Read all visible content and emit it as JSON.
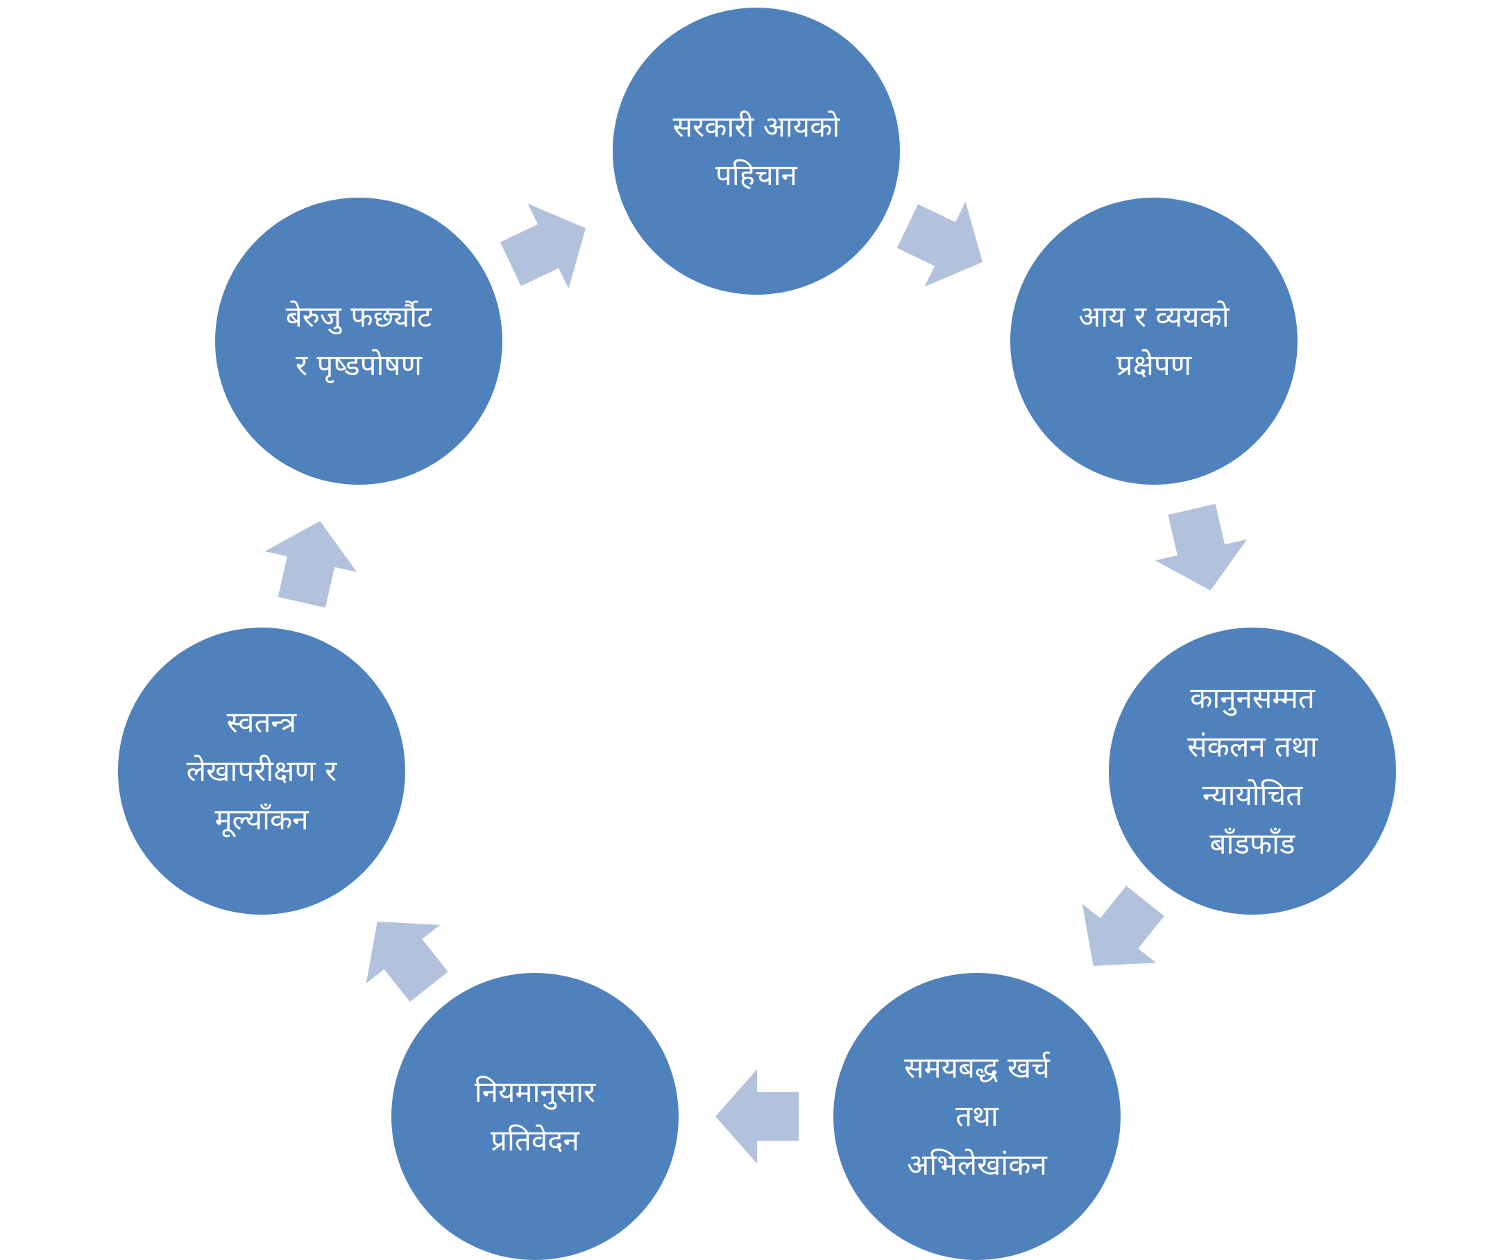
{
  "colors": {
    "node": "#4f81bd",
    "arrow": "#b3c2dc",
    "text": "#ffffff"
  },
  "steps": [
    {
      "lines": [
        "सरकारी आयको",
        "पहिचान"
      ]
    },
    {
      "lines": [
        "आय र व्ययको",
        "प्रक्षेपण"
      ]
    },
    {
      "lines": [
        "कानुनसम्मत",
        "संकलन तथा",
        "न्यायोचित",
        "बाँडफाँड"
      ]
    },
    {
      "lines": [
        "समयबद्ध खर्च",
        "तथा",
        "अभिलेखांकन"
      ]
    },
    {
      "lines": [
        "नियमानुसार",
        "प्रतिवेदन"
      ]
    },
    {
      "lines": [
        "स्वतन्त्र",
        "लेखापरीक्षण र",
        "मूल्याँकन"
      ]
    },
    {
      "lines": [
        "बेरुजु फर्छ्यौट",
        "र पृष्डपोषण"
      ]
    }
  ]
}
